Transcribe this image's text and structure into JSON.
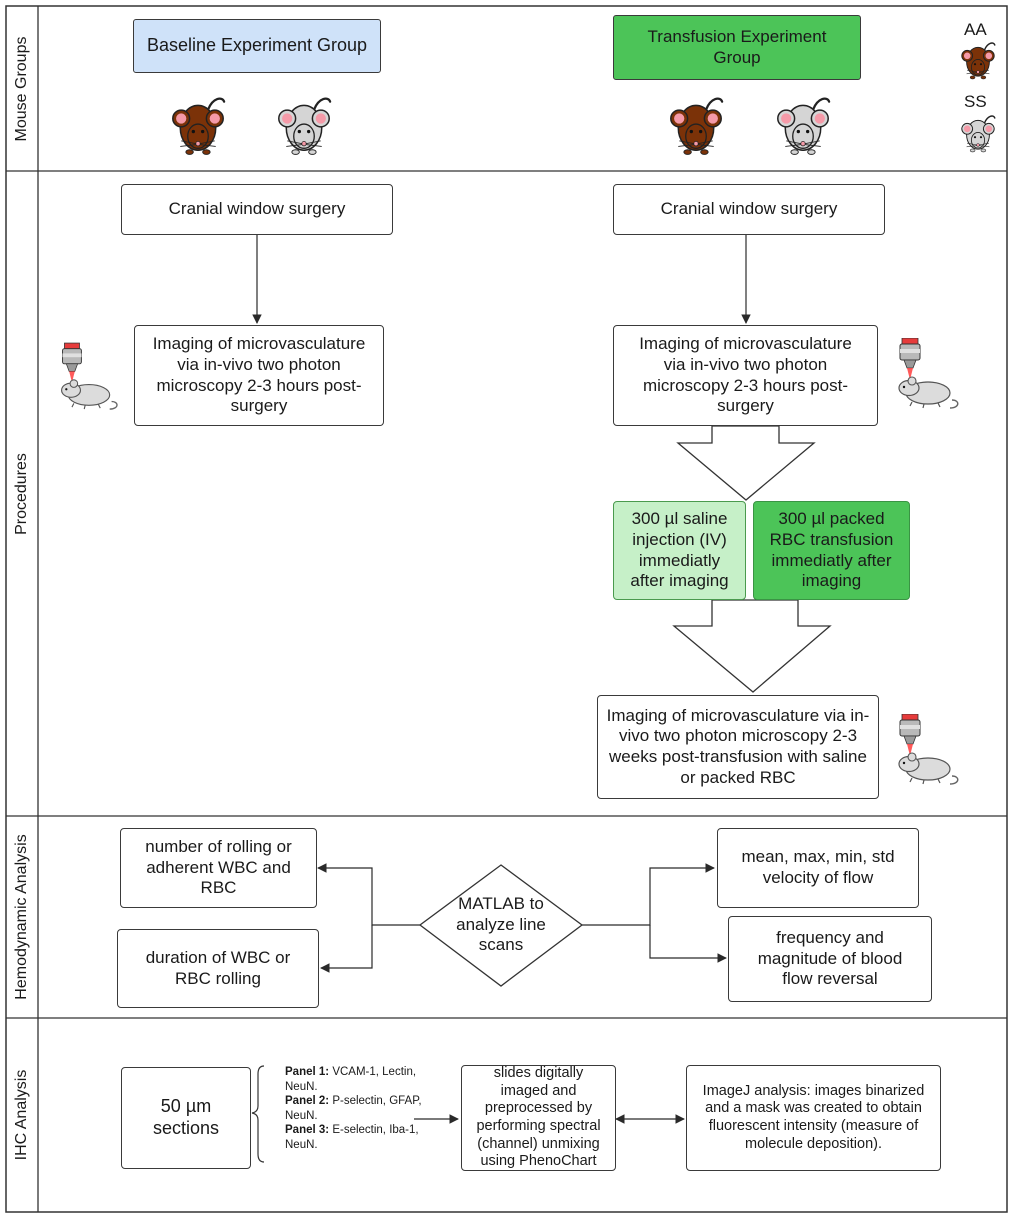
{
  "lanes": {
    "mouse_groups": "Mouse Groups",
    "procedures": "Procedures",
    "hemodynamic": "Hemodynamic Analysis",
    "ihc": "IHC Analysis"
  },
  "groups": {
    "baseline": "Baseline Experiment Group",
    "transfusion": "Transfusion Experiment Group"
  },
  "legend": {
    "aa": "AA",
    "ss": "SS"
  },
  "colors": {
    "baseline_fill": "#cfe2f9",
    "transfusion_fill": "#4cc458",
    "saline_fill": "#c6f0c8",
    "rbc_fill": "#4cc458",
    "aa_mouse": "#7b3208",
    "ss_mouse": "#d5d5d5",
    "ear_pink": "#f59aa8"
  },
  "icons": [
    "brown-mouse-icon",
    "gray-mouse-icon",
    "microscope-mouse-icon"
  ],
  "procedures": {
    "left_surgery": "Cranial window surgery",
    "left_imaging": "Imaging of microvasculature via in-vivo two photon microscopy 2-3 hours post-surgery",
    "right_surgery": "Cranial window surgery",
    "right_imaging": "Imaging of microvasculature via in-vivo two photon microscopy 2-3 hours post-surgery",
    "saline": "300 µl saline injection (IV) immediatly after imaging",
    "rbc": "300 µl packed RBC transfusion immediatly after imaging",
    "final_imaging": "Imaging of microvasculature via in-vivo two photon microscopy 2-3 weeks post-transfusion with saline or packed RBC"
  },
  "hemodynamic": {
    "center": "MATLAB to analyze line scans",
    "rolling": "number of rolling or adherent WBC and RBC",
    "duration": "duration of WBC or RBC rolling",
    "velocity": "mean, max, min, std velocity of flow",
    "reversal": "frequency and magnitude of blood flow reversal"
  },
  "ihc": {
    "sections": "50 µm sections",
    "panels": [
      {
        "label": "Panel 1:",
        "text": "VCAM-1, Lectin, NeuN."
      },
      {
        "label": "Panel 2:",
        "text": "P-selectin, GFAP, NeuN."
      },
      {
        "label": "Panel 3:",
        "text": "E-selectin, Iba-1, NeuN."
      }
    ],
    "imaging": "slides digitally imaged and preprocessed by performing spectral (channel) unmixing using PhenoChart",
    "imagej": "ImageJ analysis: images binarized and a mask was created to obtain fluorescent intensity (measure of molecule deposition)."
  }
}
